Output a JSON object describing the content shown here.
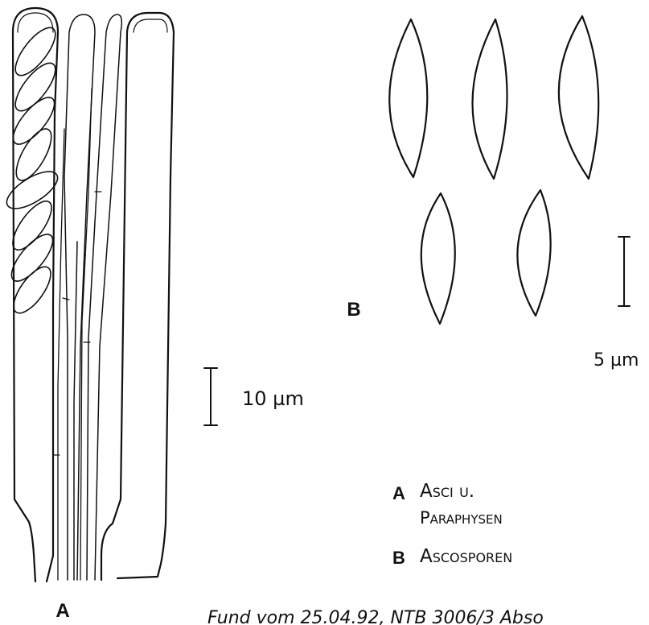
{
  "figure": {
    "label_a": "A",
    "label_b": "B",
    "scale_a": "10 µm",
    "scale_b": "5 µm",
    "legend": [
      {
        "letter": "A",
        "line1": "Asci u.",
        "line2": "Paraphysen"
      },
      {
        "letter": "B",
        "line1": "Ascosporen",
        "line2": ""
      }
    ],
    "footer": "Fund vom 25.04.92, NTB 3006/3 Abso"
  }
}
